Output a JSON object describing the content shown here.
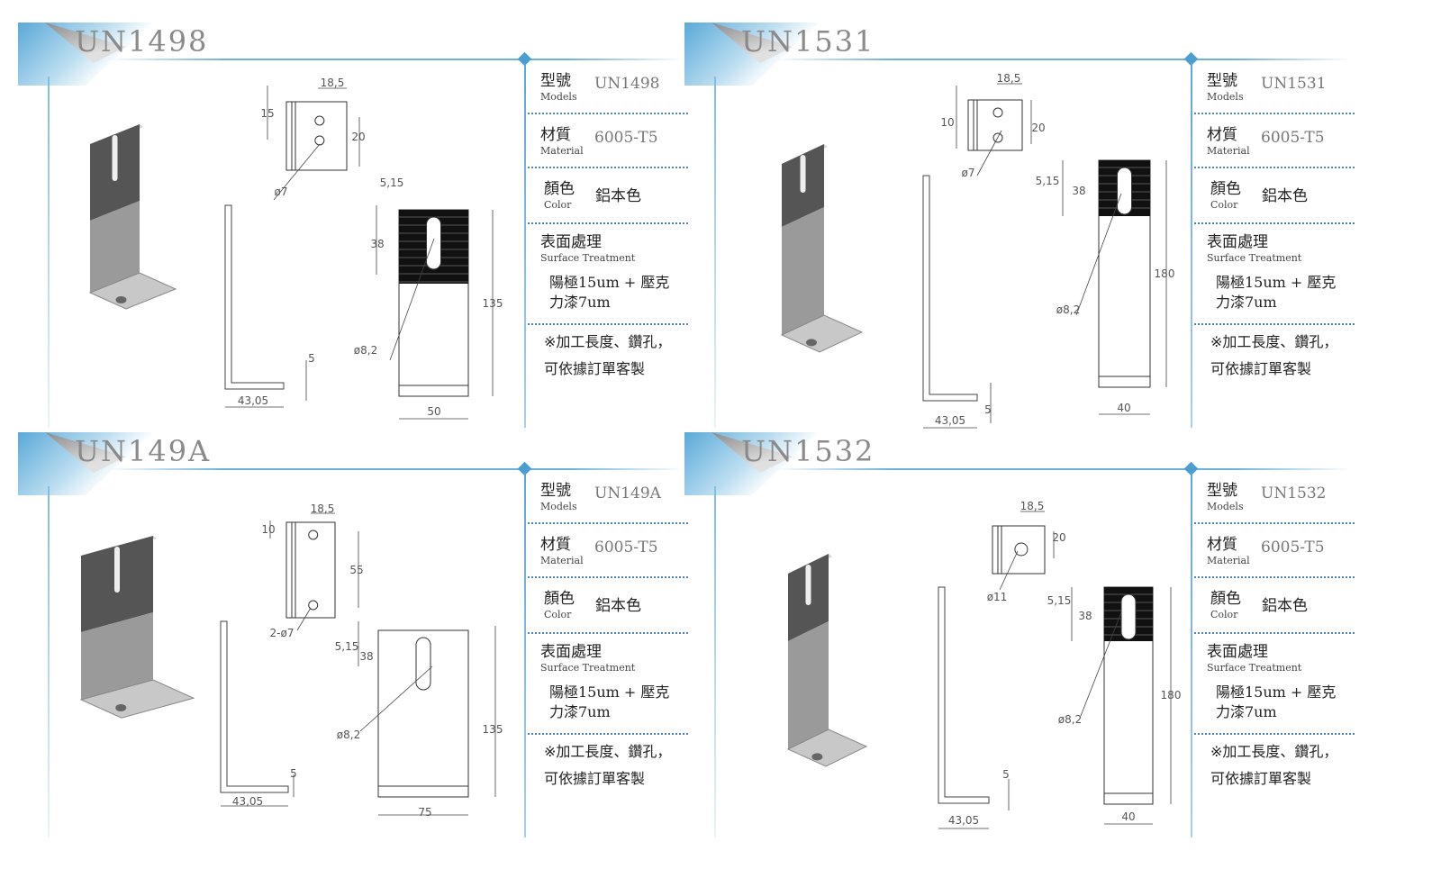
{
  "panels": [
    {
      "title": "UN1498",
      "model": "UN1498",
      "material": "6005-T5",
      "color": "鋁本色",
      "dims": [
        "18,5",
        "15",
        "20",
        "ø7",
        "5,15",
        "38",
        "135",
        "ø8,2",
        "5",
        "43,05",
        "50"
      ]
    },
    {
      "title": "UN1531",
      "model": "UN1531",
      "material": "6005-T5",
      "color": "鋁本色",
      "dims": [
        "18,5",
        "10",
        "20",
        "ø7",
        "5,15",
        "38",
        "180",
        "ø8,2",
        "5",
        "43,05",
        "40"
      ]
    },
    {
      "title": "UN149A",
      "model": "UN149A",
      "material": "6005-T5",
      "color": "鋁本色",
      "dims": [
        "18,5",
        "10",
        "55",
        "2-ø7",
        "5,15",
        "38",
        "135",
        "ø8,2",
        "5",
        "43,05",
        "75"
      ]
    },
    {
      "title": "UN1532",
      "model": "UN1532",
      "material": "6005-T5",
      "color": "鋁本色",
      "dims": [
        "18,5",
        "20",
        "ø11",
        "5,15",
        "38",
        "180",
        "ø8,2",
        "5",
        "43,05",
        "40"
      ]
    }
  ],
  "labels": {
    "model_cj": "型號",
    "model_en": "Models",
    "material_cj": "材質",
    "material_en": "Material",
    "color_cj": "顏色",
    "color_en": "Color",
    "treatment_cj": "表面處理",
    "treatment_en": "Surface Treatment",
    "treatment_line1": "陽極15um + 壓克",
    "treatment_line2": "力漆7um",
    "note_line1": "※加工長度、鑽孔，",
    "note_line2": "可依據訂單客製"
  }
}
